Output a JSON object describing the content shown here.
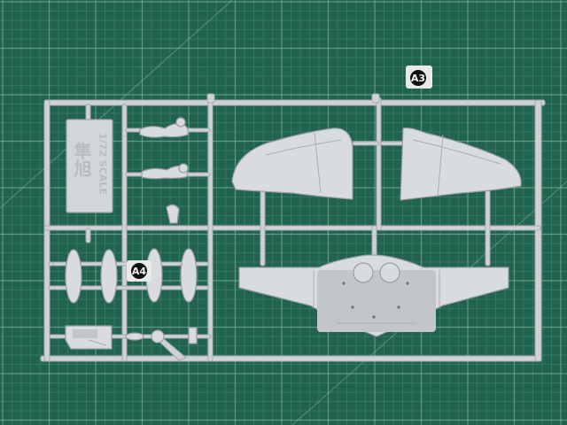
{
  "photo": {
    "subject": "model-kit-sprue",
    "colors": {
      "mat": "#226350",
      "grid_line": "#3f8872",
      "plastic": "#d9dcde",
      "runner": "#cfd2d4"
    }
  },
  "part_tags": [
    {
      "name": "tag-a3",
      "label": "A3"
    },
    {
      "name": "tag-a4",
      "label": "A4"
    }
  ],
  "sprue_plaque": {
    "scale_text": "1/72 SCALE",
    "kanji": "隼旭"
  }
}
